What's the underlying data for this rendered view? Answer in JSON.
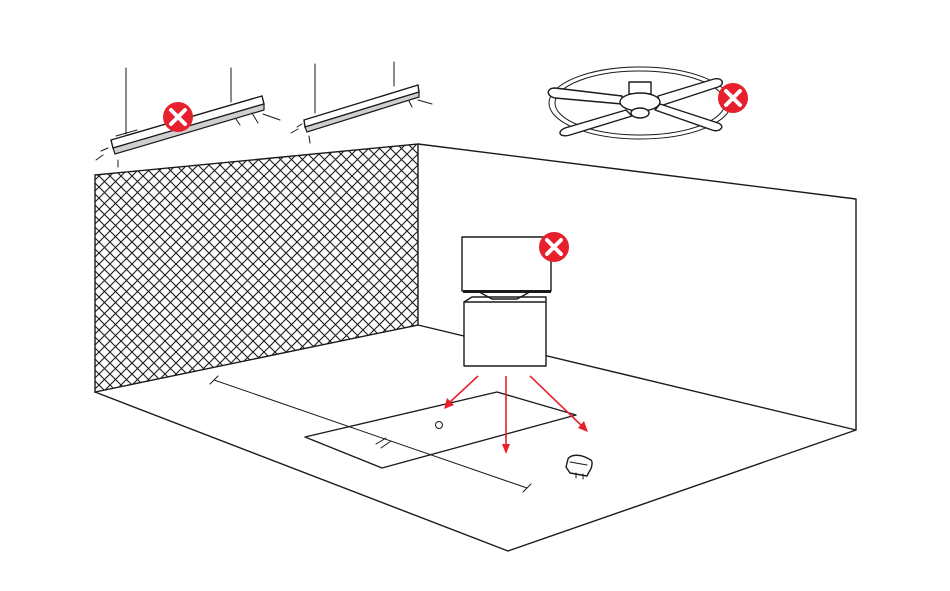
{
  "colors": {
    "line": "#1a1a1a",
    "accent_red": "#e8202e",
    "mesh_fill": "#ffffff",
    "background": "#ffffff"
  },
  "icons": {
    "prohibited": "x-circle-icon",
    "arrow": "red-arrow-icon"
  },
  "elements": [
    "ceiling-light-left",
    "ceiling-light-right",
    "ceiling-fan",
    "tv-on-stand",
    "hitting-mat",
    "golf-ball",
    "launch-monitor",
    "net-wall",
    "room-outline"
  ]
}
